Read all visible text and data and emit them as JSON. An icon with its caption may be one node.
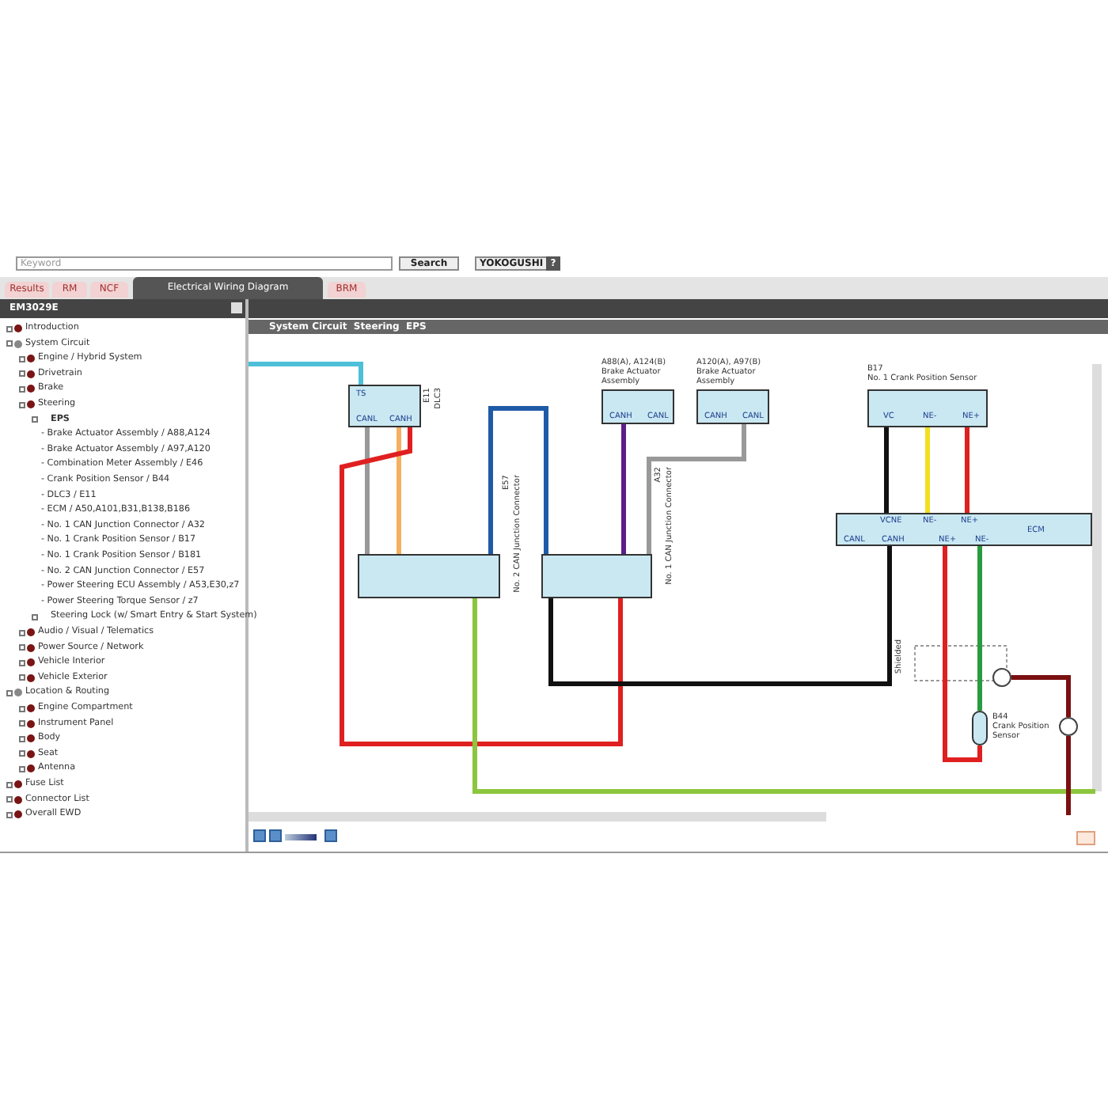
{
  "diagram": {
    "title": "System Circuit  Steering  EPS",
    "nodes": [
      {
        "text": [
          "TS",
          "CANL",
          "CANH"
        ],
        "beside": [
          "E11",
          "DLC3"
        ]
      },
      {
        "text": [],
        "shape": "box",
        "beside": [
          "E57",
          "No. 2 CAN Junction Connector"
        ]
      },
      {
        "text": [],
        "shape": "box",
        "beside": [
          "A32",
          "No. 1 CAN Junction Connector"
        ]
      },
      {
        "text": [
          "CANH",
          "CANL"
        ],
        "beside": [
          "A88(A), A124(B)",
          "Brake Actuator Assembly"
        ]
      },
      {
        "text": [
          "CANH",
          "CANL"
        ],
        "beside": [
          "A120(A), A97(B)",
          "Brake Actuator Assembly"
        ]
      },
      {
        "text": [
          "VC",
          "NE-",
          "NE+"
        ],
        "beside": [
          "B17",
          "No. 1 Crank Position Sensor"
        ]
      },
      {
        "text": [
          "VCNE",
          "NE-",
          "NE+",
          "CANL",
          "CANH",
          "NE+",
          "NE-",
          "ECM"
        ]
      },
      {
        "text": [],
        "shape": "cylinder",
        "beside": [
          "B44",
          "Crank Position Sensor"
        ]
      },
      {
        "text": [],
        "shape": "circle"
      },
      {
        "text": [],
        "shape": "circle"
      }
    ],
    "edges": [
      {
        "from": null,
        "to": 0,
        "arrow": "none",
        "color": "#4dbfd9"
      },
      {
        "from": 0,
        "to": 1,
        "arrow": "none",
        "color": "#f4b060"
      },
      {
        "from": 0,
        "to": 1,
        "arrow": "none",
        "color": "#999999"
      },
      {
        "from": 1,
        "to": 2,
        "arrow": "none",
        "color": "#1f5aa6"
      },
      {
        "from": 2,
        "to": 3,
        "arrow": "none",
        "color": "#5b1e8c"
      },
      {
        "from": 2,
        "to": 4,
        "arrow": "none",
        "color": "#999999"
      },
      {
        "from": 5,
        "to": 6,
        "arrow": "none",
        "color": "#111111"
      },
      {
        "from": 5,
        "to": 6,
        "arrow": "none",
        "color": "#f0e020"
      },
      {
        "from": 5,
        "to": 6,
        "arrow": "none",
        "color": "#e02020"
      },
      {
        "from": 6,
        "to": 7,
        "arrow": "none",
        "color": "#e02020"
      },
      {
        "from": 6,
        "to": 7,
        "arrow": "none",
        "color": "#2a9a40"
      },
      {
        "from": 0,
        "to": 2,
        "arrow": "none",
        "color": "#e02020"
      },
      {
        "from": 2,
        "to": 6,
        "arrow": "none",
        "color": "#111111"
      },
      {
        "from": 1,
        "to": null,
        "arrow": "none",
        "color": "#8cc63e"
      },
      {
        "from": 8,
        "to": 9,
        "arrow": "none",
        "color": "#7a1010"
      },
      {
        "from": 9,
        "to": null,
        "arrow": "none",
        "color": "#7a1010"
      }
    ],
    "labels": [
      "Keyword",
      "Search",
      "YOKOGUSHI",
      "?",
      "Results",
      "RM",
      "NCF",
      "Electrical Wiring Diagram",
      "BRM",
      "EM3029E",
      "Introduction",
      "System Circuit",
      "Engine / Hybrid System",
      "Drivetrain",
      "Brake",
      "Steering",
      "EPS",
      "- Brake Actuator Assembly / A88,A124",
      "- Brake Actuator Assembly / A97,A120",
      "- Combination Meter Assembly / E46",
      "- Crank Position Sensor / B44",
      "- DLC3 / E11",
      "- ECM / A50,A101,B31,B138,B186",
      "- No. 1 CAN Junction Connector / A32",
      "- No. 1 Crank Position Sensor / B17",
      "- No. 1 Crank Position Sensor / B181",
      "- No. 2 CAN Junction Connector / E57",
      "- Power Steering ECU Assembly / A53,E30,z7",
      "- Power Steering Torque Sensor / z7",
      "Steering Lock (w/ Smart Entry & Start System)",
      "Audio / Visual / Telematics",
      "Power Source / Network",
      "Vehicle Interior",
      "Vehicle Exterior",
      "Location & Routing",
      "Engine Compartment",
      "Instrument Panel",
      "Body",
      "Seat",
      "Antenna",
      "Fuse List",
      "Connector List",
      "Overall EWD",
      "Shielded"
    ]
  }
}
